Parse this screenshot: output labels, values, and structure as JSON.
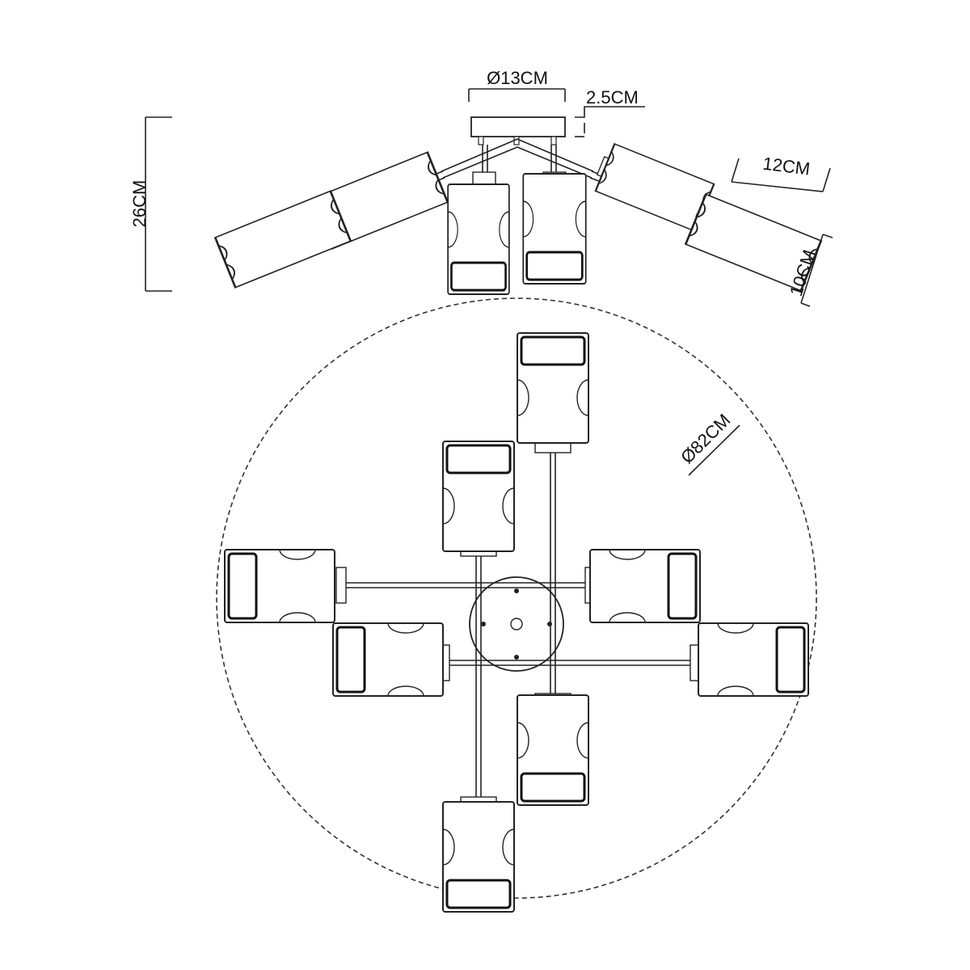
{
  "colors": {
    "line": "#222222",
    "background": "#ffffff"
  },
  "dimensions": {
    "canopy_diameter": "Ø13CM",
    "canopy_height": "2.5CM",
    "total_height": "26CM",
    "shade_length": "12CM",
    "shade_width": "10CM",
    "overall_diameter": "Ø82CM"
  }
}
